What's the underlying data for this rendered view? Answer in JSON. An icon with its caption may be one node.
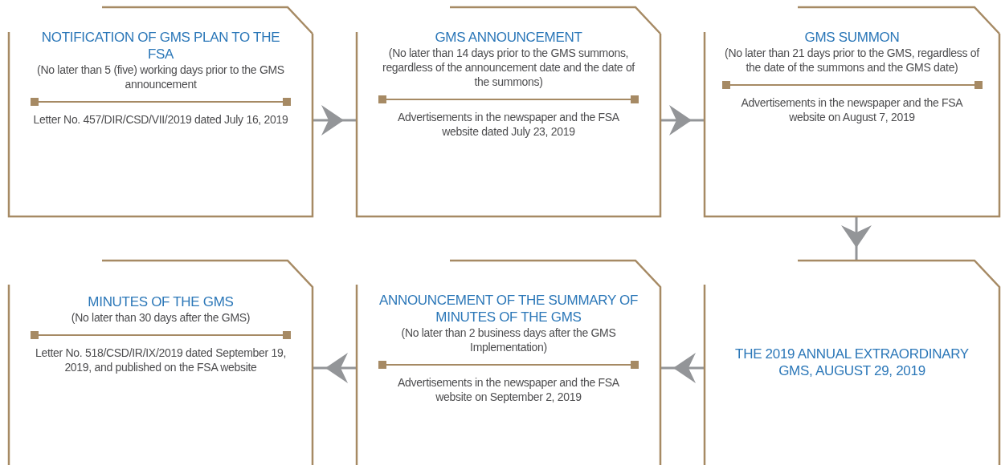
{
  "diagram": {
    "nodes": [
      {
        "text": [
          "NOTIFICATION OF GMS PLAN TO THE FSA",
          "(No later than 5 (five) working days prior to the GMS announcement",
          "Letter No. 457/DIR/CSD/VII/2019 dated July 16, 2019"
        ]
      },
      {
        "text": [
          "GMS ANNOUNCEMENT",
          "(No later than 14 days prior to the GMS summons, regardless of the announcement date and the date of the summons)",
          "Advertisements in the newspaper and the FSA website dated July 23, 2019"
        ]
      },
      {
        "text": [
          "GMS SUMMON",
          "(No later than 21 days prior to the GMS, regardless of the date of the summons and the GMS date)",
          "Advertisements in the newspaper and the FSA website on August 7, 2019"
        ]
      },
      {
        "text": [
          "MINUTES OF THE GMS",
          "(No later than 30 days after the GMS)",
          "Letter No. 518/CSD/IR/IX/2019 dated September 19, 2019, and published on the FSA website"
        ]
      },
      {
        "text": [
          "ANNOUNCEMENT OF THE SUMMARY OF MINUTES OF THE GMS",
          "(No later than 2 business days after the GMS Implementation)",
          "Advertisements in the newspaper and the FSA website on September 2, 2019"
        ]
      },
      {
        "text": [
          "THE 2019 ANNUAL EXTRAORDINARY GMS, AUGUST 29, 2019"
        ]
      }
    ],
    "edges": [
      {
        "from": 0,
        "to": 1,
        "arrow": "to"
      },
      {
        "from": 1,
        "to": 2,
        "arrow": "to"
      },
      {
        "from": 2,
        "to": 5,
        "arrow": "to"
      },
      {
        "from": 5,
        "to": 4,
        "arrow": "to"
      },
      {
        "from": 4,
        "to": 3,
        "arrow": "to"
      }
    ]
  }
}
